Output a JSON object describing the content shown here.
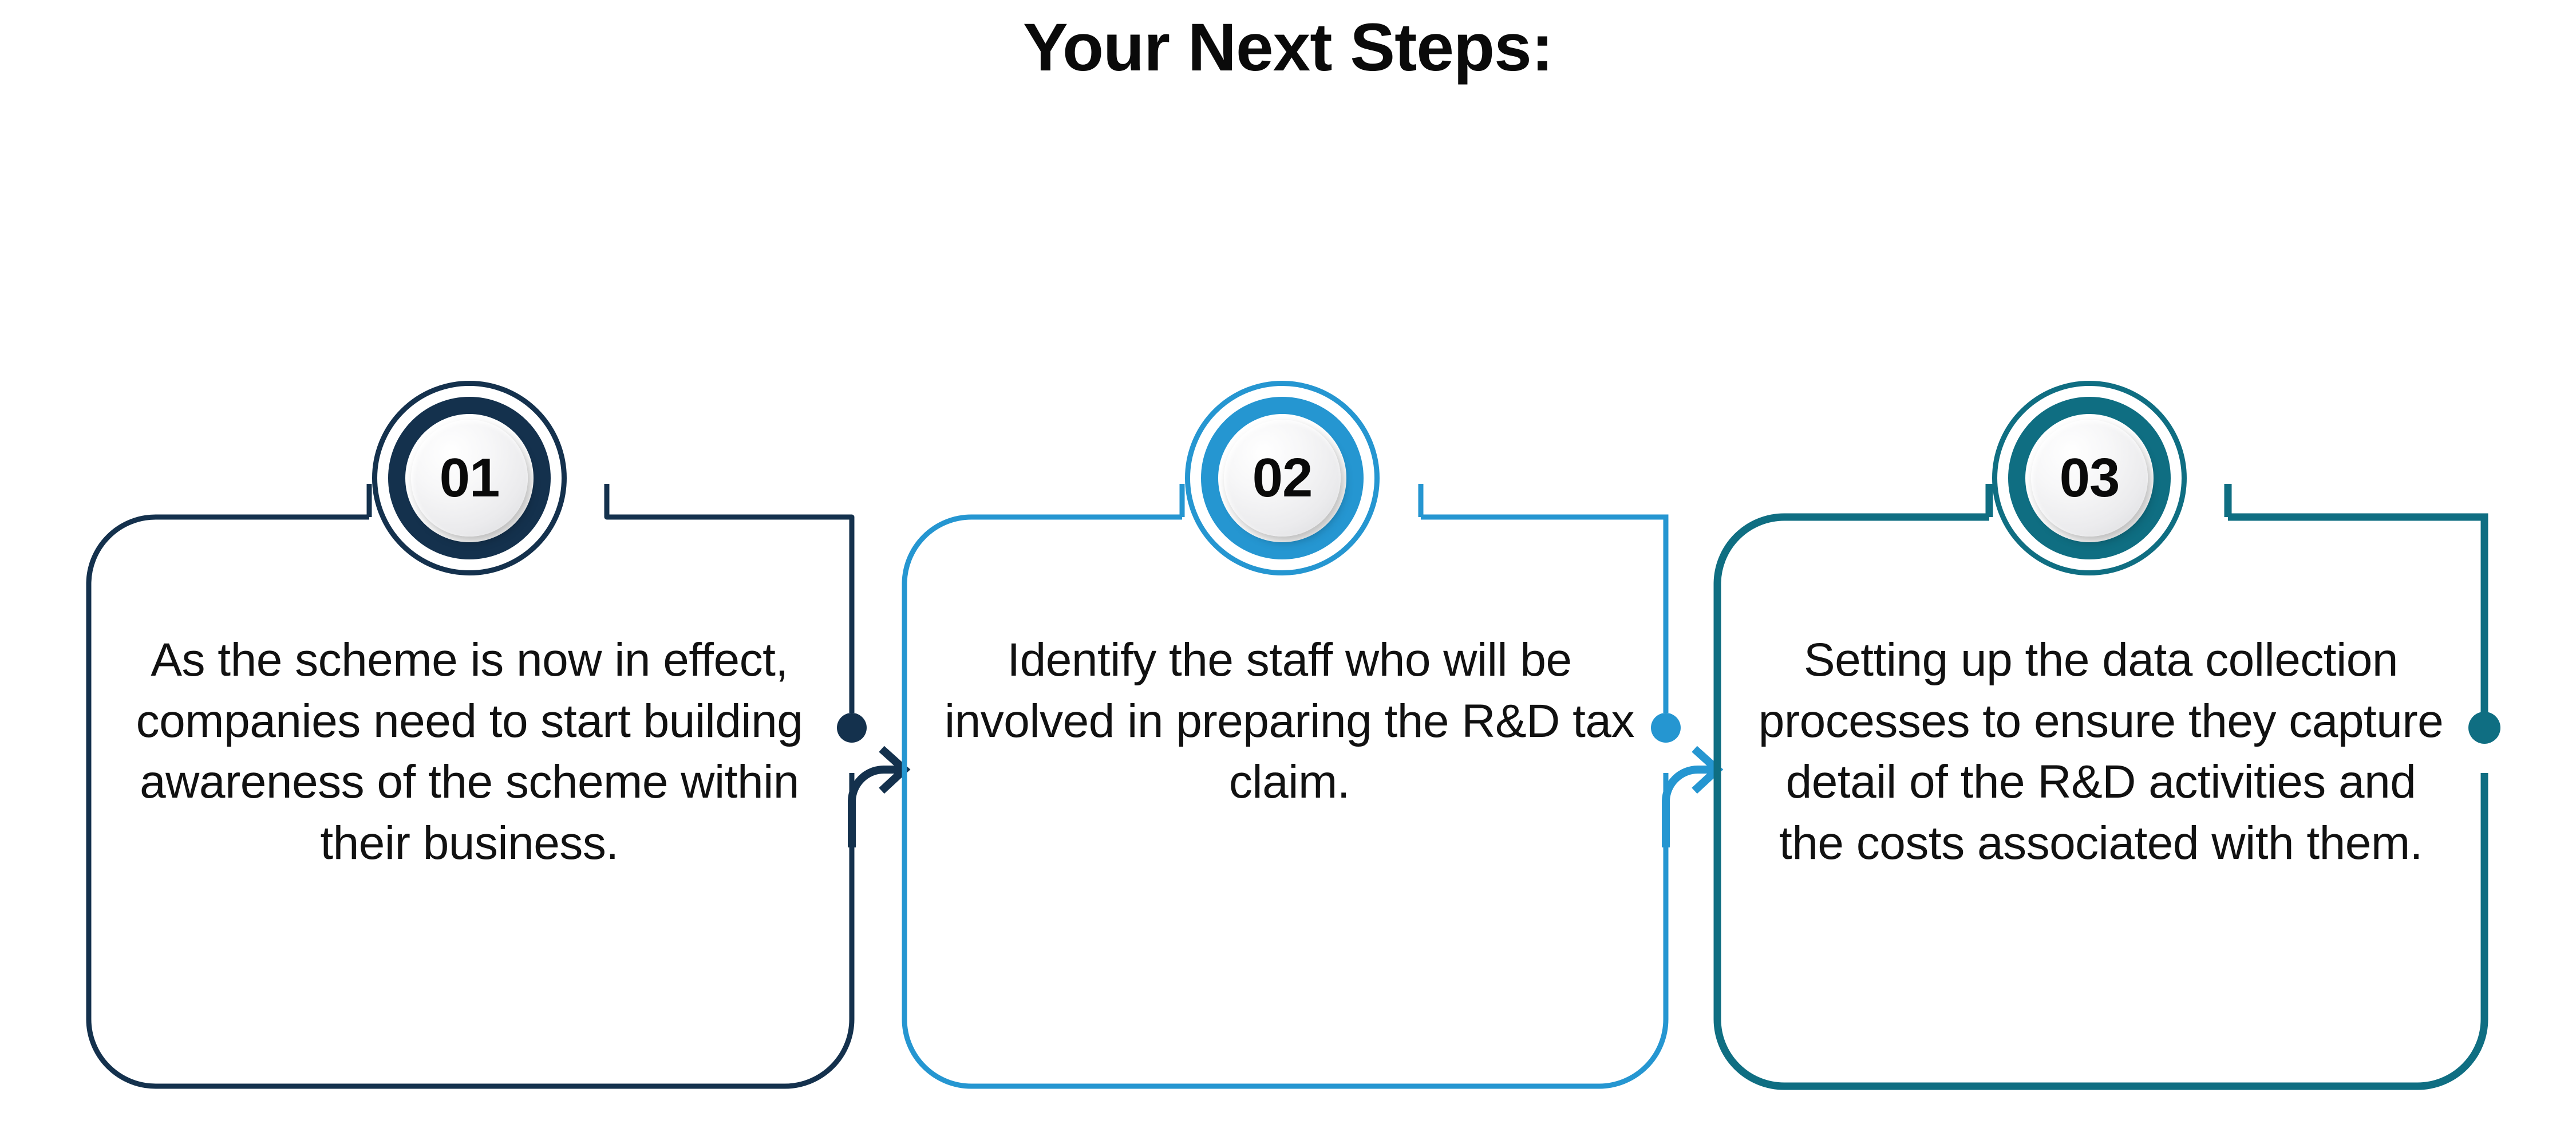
{
  "page": {
    "title": "Your Next Steps:",
    "background_color": "#ffffff"
  },
  "colors": {
    "step_1": "#14314d",
    "step_2": "#2596d1",
    "step_3": "#0f6e82",
    "text": "#111111",
    "title": "#0a0a0a"
  },
  "steps": [
    {
      "number": "01",
      "color": "#14314d",
      "text": "As the scheme is now in effect, companies need to start building awareness of the scheme within their business."
    },
    {
      "number": "02",
      "color": "#2596d1",
      "text": "Identify the staff who will be involved in preparing the R&D tax claim."
    },
    {
      "number": "03",
      "color": "#0f6e82",
      "text": "Setting up the data collection processes to ensure they capture detail of the R&D activities and the costs associated with them."
    }
  ],
  "connectors": [
    {
      "from": "01",
      "to": "02",
      "color": "#14314d",
      "has_arrow": true,
      "has_dot": true
    },
    {
      "from": "02",
      "to": "03",
      "color": "#2596d1",
      "has_arrow": true,
      "has_dot": true
    },
    {
      "from": "03",
      "to": "",
      "color": "#0f6e82",
      "has_arrow": false,
      "has_dot": true
    }
  ]
}
